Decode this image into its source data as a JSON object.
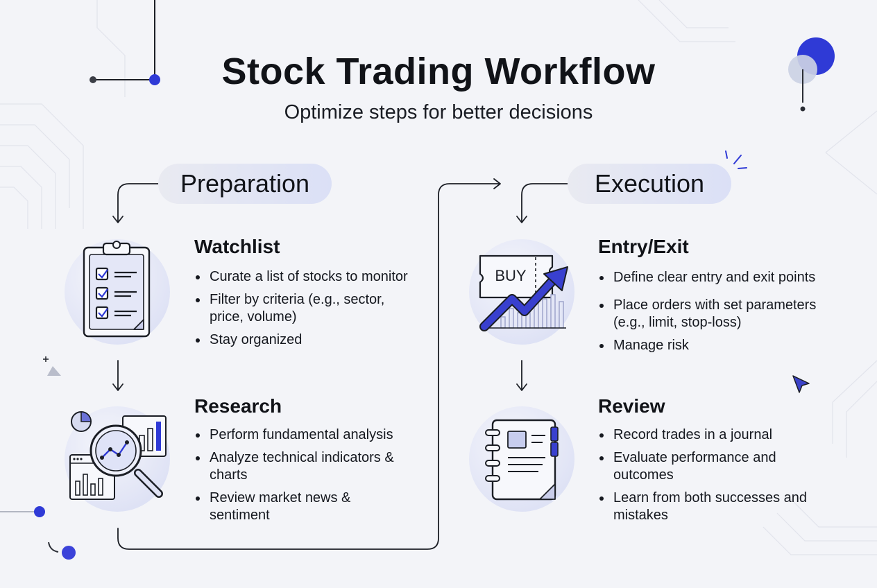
{
  "header": {
    "title": "Stock Trading Workflow",
    "subtitle": "Optimize steps for better decisions"
  },
  "phases": [
    {
      "label": "Preparation",
      "steps": [
        {
          "title": "Watchlist",
          "icon": "clipboard-checklist-icon",
          "bullets": [
            "Curate a list of stocks to monitor",
            "Filter by criteria (e.g., sector, price, volume)",
            "Stay organized"
          ]
        },
        {
          "title": "Research",
          "icon": "magnifier-analytics-icon",
          "bullets": [
            "Perform fundamental analysis",
            "Analyze technical indicators & charts",
            "Review market news & sentiment"
          ]
        }
      ]
    },
    {
      "label": "Execution",
      "steps": [
        {
          "title": "Entry/Exit",
          "icon": "buy-ticket-trend-icon",
          "icon_text": "BUY",
          "bullets": [
            "Define clear entry and exit points",
            "Place orders with set parameters (e.g., limit, stop-loss)",
            "Manage risk"
          ]
        },
        {
          "title": "Review",
          "icon": "journal-notebook-icon",
          "bullets": [
            "Record trades in a journal",
            "Evaluate performance and outcomes",
            "Learn from both successes and mistakes"
          ]
        }
      ]
    }
  ],
  "colors": {
    "accent": "#2f3ad6",
    "line": "#1b1e25",
    "background": "#f3f4f8",
    "pill": "#dde1f5",
    "icon_fill": "#e3e6f6"
  }
}
